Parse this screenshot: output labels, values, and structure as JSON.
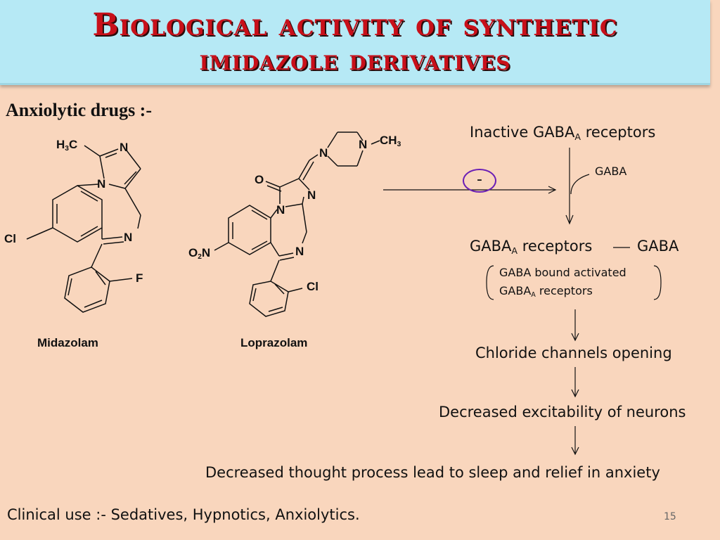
{
  "title": {
    "line1": "Biological activity of synthetic",
    "line2": "imidazole derivatives"
  },
  "section": "Anxiolytic  drugs :-",
  "structures": {
    "midazolam": {
      "name": "Midazolam",
      "atoms": {
        "methyl_h": "H",
        "methyl_3": "3",
        "methyl_c": "C",
        "n_top": "N",
        "n_ring": "N",
        "n_imine": "N",
        "cl": "Cl",
        "f": "F"
      }
    },
    "loprazolam": {
      "name": "Loprazolam",
      "atoms": {
        "n_pip_left": "N",
        "n_pip_right": "N",
        "ch3_c": "CH",
        "ch3_3": "3",
        "o": "O",
        "n_imid": "N",
        "n_ring": "N",
        "n_imine": "N",
        "o2n_o": "O",
        "o2n_2": "2",
        "o2n_n": "N",
        "cl": "Cl"
      }
    }
  },
  "flow": {
    "inactive_pre": "Inactive GABA",
    "inactive_sub": "A",
    "inactive_post": " receptors",
    "inhibit_symbol": "-",
    "gaba_label": "GABA",
    "bound_pre": "GABA",
    "bound_sub": "A",
    "bound_mid": " receptors",
    "bound_post": "GABA",
    "bracket_line1": "GABA bound activated",
    "bracket_line2_pre": "GABA",
    "bracket_line2_sub": "A",
    "bracket_line2_post": " receptors",
    "step1": "Chloride channels opening",
    "step2": "Decreased excitability of neurons",
    "step3": "Decreased thought process lead to sleep and relief in anxiety"
  },
  "footer": "Clinical use :- Sedatives, Hypnotics, Anxiolytics.",
  "page_number": "15",
  "colors": {
    "background": "#f9d6bd",
    "title_bar": "#b6e9f5",
    "title_text": "#c8101a",
    "inhibit_circle": "#6b1fb5"
  }
}
